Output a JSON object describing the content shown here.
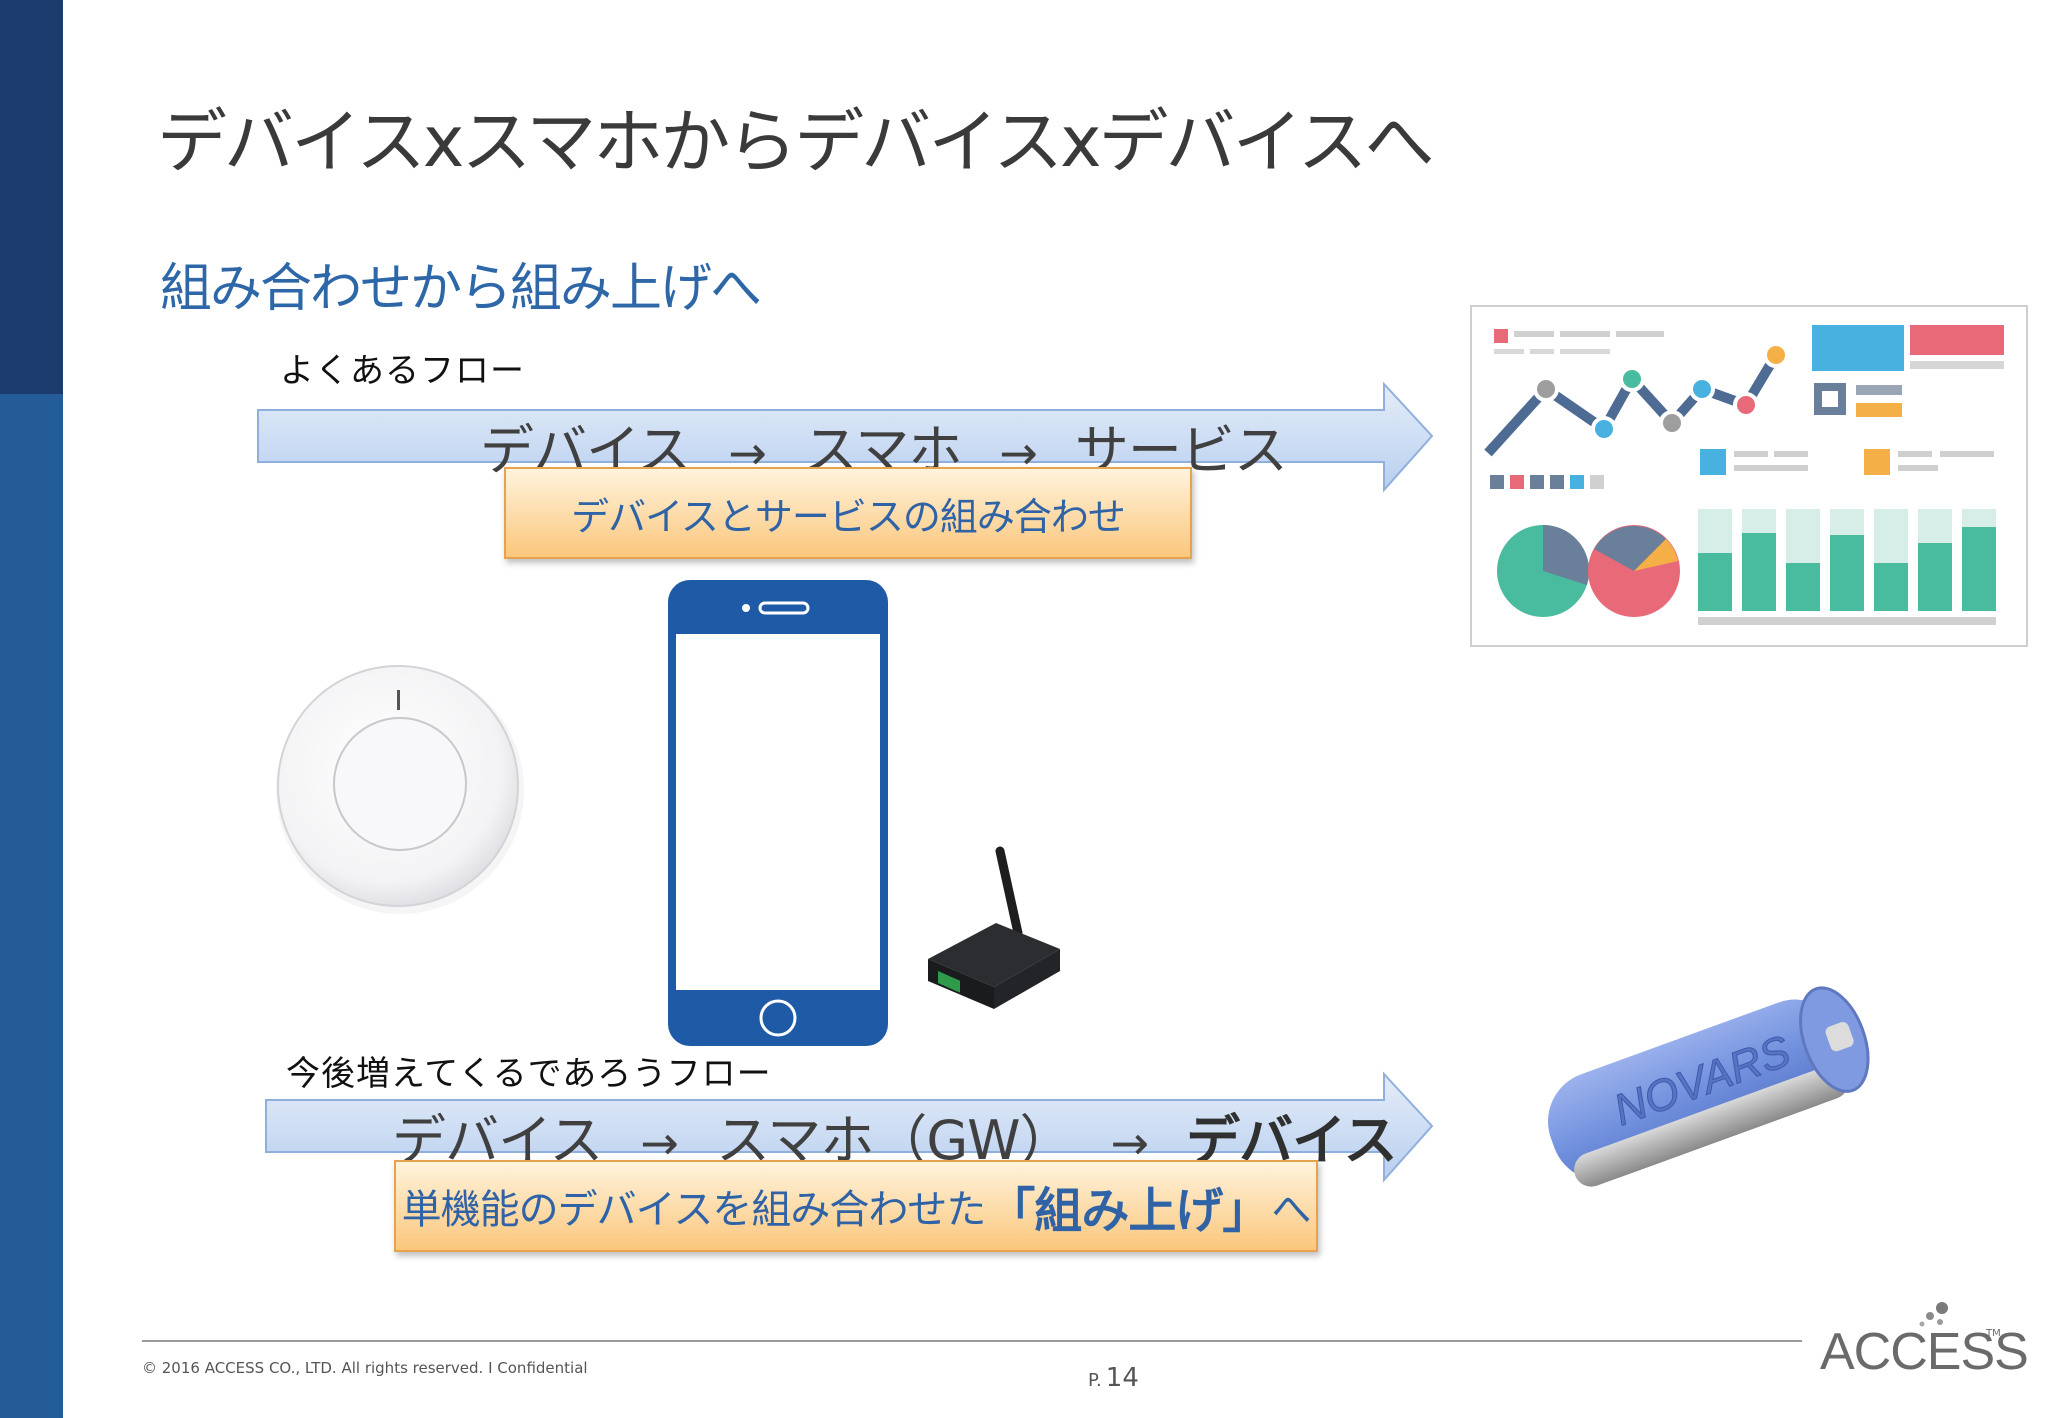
{
  "slide": {
    "title": "デバイスxスマホからデバイスxデバイスへ",
    "subtitle": "組み合わせから組み上げへ"
  },
  "flow_common": {
    "label": "よくあるフロー",
    "step1": "デバイス",
    "arrow1": "→",
    "step2": "スマホ",
    "arrow2": "→",
    "step3": "サービス",
    "note": "デバイスとサービスの組み合わせ"
  },
  "flow_future": {
    "label": "今後増えてくるであろうフロー",
    "step1": "デバイス",
    "arrow1": "→",
    "step2": "スマホ（GW）",
    "arrow2": "→",
    "step3": "デバイス",
    "note_pre": "単機能のデバイスを組み合わせた",
    "note_emph": "「組み上げ」",
    "note_post": "へ"
  },
  "illustrations": {
    "battery_brand": "NOVARS"
  },
  "footer": {
    "copyright": "© 2016 ACCESS CO., LTD. All rights reserved. I Confidential",
    "page_prefix": "P.",
    "page_number": "14",
    "logo_text": "ACCESS",
    "logo_tm": "TM"
  },
  "colors": {
    "sidebar_dark": "#1b3a6e",
    "sidebar_light": "#235c96",
    "subtitle_blue": "#2e67a8",
    "arrow_fill": "#c5d7f1",
    "phone_blue": "#1f5aa6"
  }
}
